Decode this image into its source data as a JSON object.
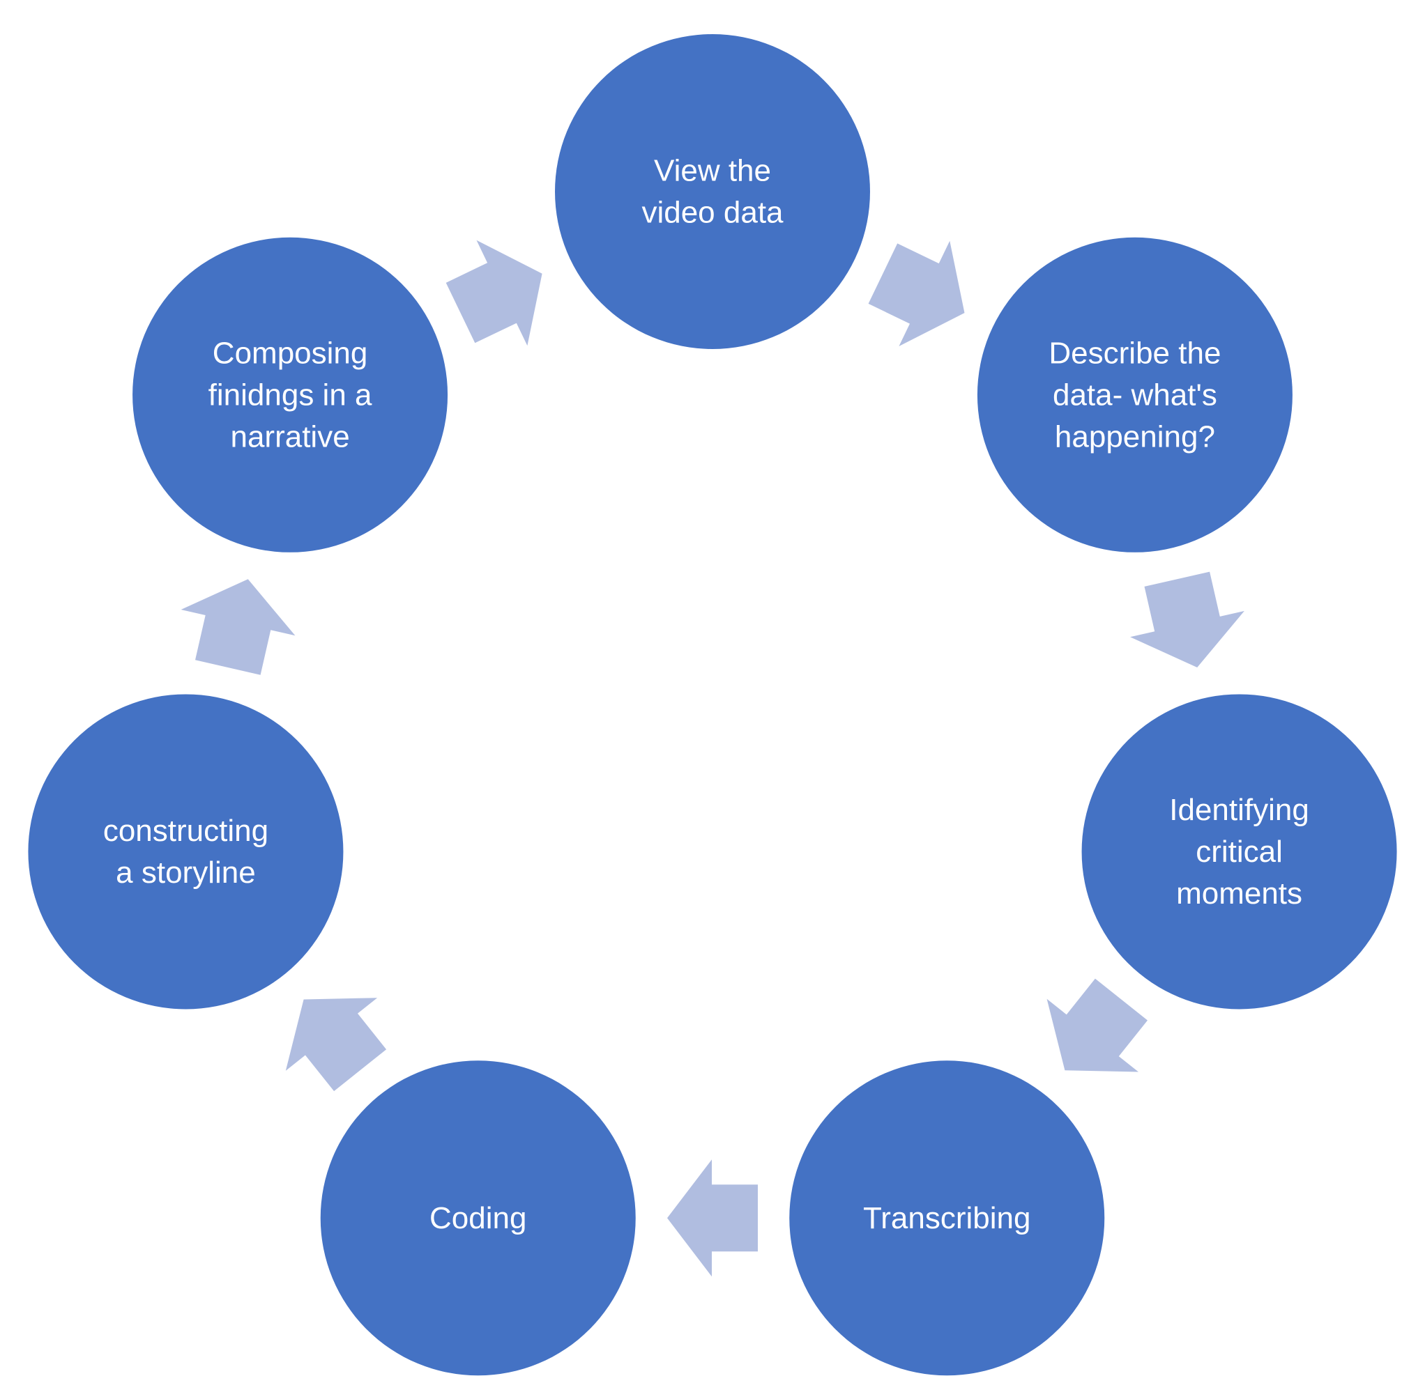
{
  "diagram": {
    "type": "cycle",
    "colors": {
      "node_fill": "#4472C4",
      "node_text": "#FFFFFF",
      "arrow_fill": "#B0BDE0",
      "background": "#FFFFFF"
    },
    "nodes": [
      {
        "id": "view-video",
        "lines": [
          "View the",
          "video data"
        ]
      },
      {
        "id": "describe-data",
        "lines": [
          "Describe the",
          "data- what's",
          "happening?"
        ]
      },
      {
        "id": "identify-moments",
        "lines": [
          "Identifying",
          "critical",
          "moments"
        ]
      },
      {
        "id": "transcribing",
        "lines": [
          "Transcribing"
        ]
      },
      {
        "id": "coding",
        "lines": [
          "Coding"
        ]
      },
      {
        "id": "storyline",
        "lines": [
          "constructing",
          "a storyline"
        ]
      },
      {
        "id": "composing",
        "lines": [
          "Composing",
          "finidngs in a",
          "narrative"
        ]
      }
    ],
    "edges": [
      {
        "from": "view-video",
        "to": "describe-data"
      },
      {
        "from": "describe-data",
        "to": "identify-moments"
      },
      {
        "from": "identify-moments",
        "to": "transcribing"
      },
      {
        "from": "transcribing",
        "to": "coding"
      },
      {
        "from": "coding",
        "to": "storyline"
      },
      {
        "from": "storyline",
        "to": "composing"
      },
      {
        "from": "composing",
        "to": "view-video"
      }
    ]
  }
}
